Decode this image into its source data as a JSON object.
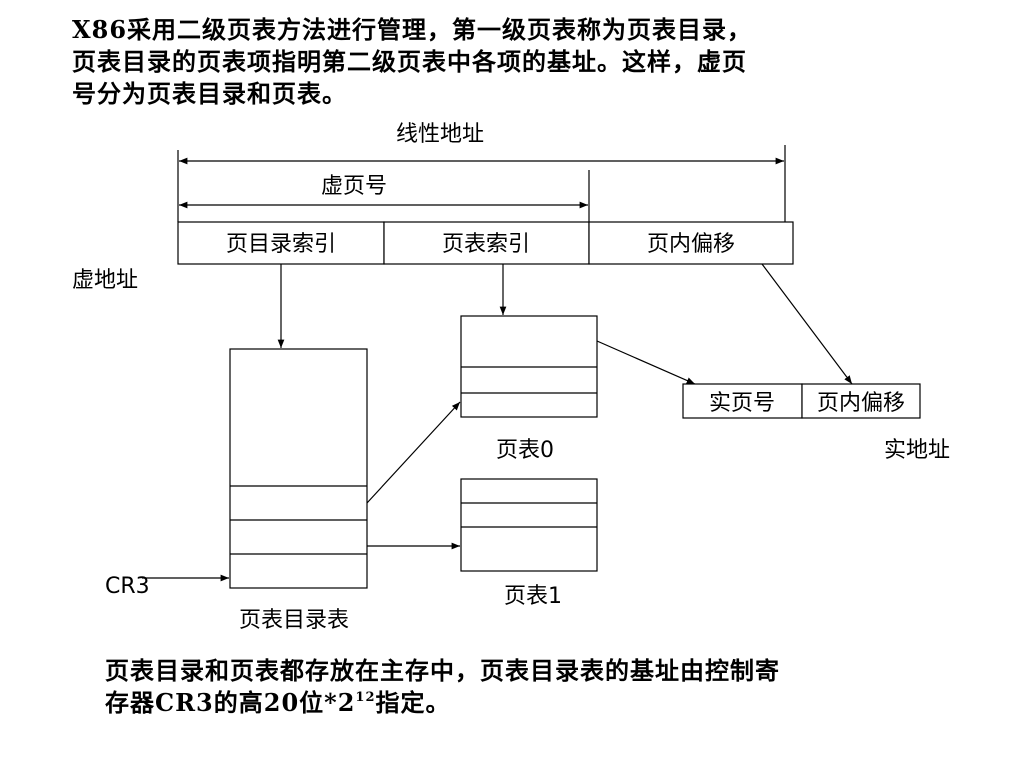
{
  "intro": {
    "lines": [
      "X86采用二级页表方法进行管理，第一级页表称为页表目录，",
      "页表目录的页表项指明第二级页表中各项的基址。这样，虚页",
      "号分为页表目录和页表。"
    ]
  },
  "diagram": {
    "linear_address_label": "线性地址",
    "virtual_page_label": "虚页号",
    "virtual_address_label": "虚地址",
    "fields": [
      "页目录索引",
      "页表索引",
      "页内偏移"
    ],
    "page_table_0_label": "页表0",
    "page_table_1_label": "页表1",
    "page_directory_label": "页表目录表",
    "cr3_label": "CR3",
    "physical_fields": [
      "实页号",
      "页内偏移"
    ],
    "physical_address_label": "实地址"
  },
  "note": {
    "line1": "页表目录和页表都存放在主存中，页表目录表的基址由控制寄",
    "line2_before": "存器CR3的高20位*2",
    "line2_sup": "12",
    "line2_after": "指定。"
  }
}
